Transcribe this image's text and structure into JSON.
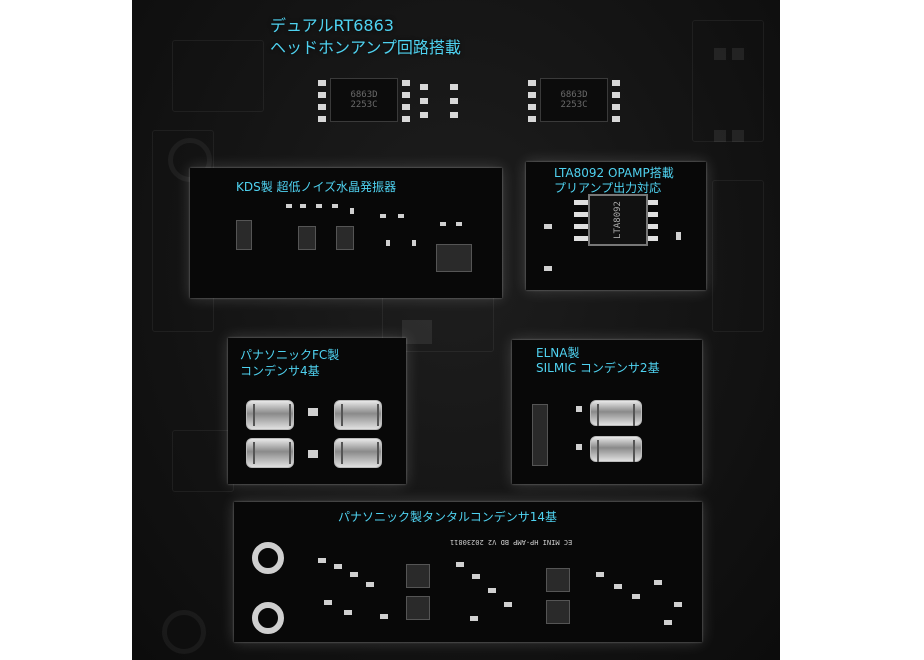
{
  "captions": {
    "title_line1": "デュアルRT6863",
    "title_line2": "ヘッドホンアンプ回路搭載",
    "kds": "KDS製 超低ノイズ水晶発振器",
    "lta_line1": "LTA8092 OPAMP搭載",
    "lta_line2": "プリアンプ出力対応",
    "panasonic_fc_line1": "パナソニックFC製",
    "panasonic_fc_line2": "コンデンサ4基",
    "elna_line1": "ELNA製",
    "elna_line2": "SILMIC コンデンサ2基",
    "tantal": "パナソニック製タンタルコンデンサ14基"
  },
  "board": {
    "chip_left_marking_1": "6863D",
    "chip_left_marking_2": "2253C",
    "chip_right_marking_1": "6863D",
    "chip_right_marking_2": "2253C",
    "lta_chip_marking": "LTA8092",
    "pcb_silkscreen": "EC MINI HP-AMP BD V2 20230811"
  },
  "colors": {
    "caption": "#4fd2f0",
    "board": "#141414",
    "page_background": "#ffffff"
  }
}
